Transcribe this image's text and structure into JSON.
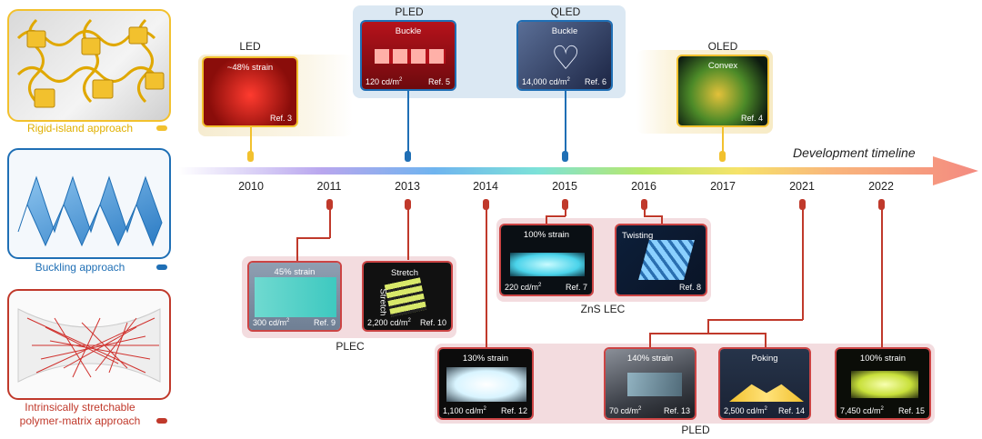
{
  "legend": {
    "rigid": {
      "label": "Rigid-island approach",
      "color": "#f2c12e"
    },
    "buckling": {
      "label": "Buckling approach",
      "color": "#1f6fb5"
    },
    "intrinsic": {
      "label_line1": "Intrinsically stretchable",
      "label_line2": "polymer-matrix approach",
      "color": "#c0392b"
    }
  },
  "timeline": {
    "title": "Development timeline",
    "years": [
      "2010",
      "2011",
      "2013",
      "2014",
      "2015",
      "2016",
      "2017",
      "2021",
      "2022"
    ]
  },
  "top_items": [
    {
      "label": "LED",
      "caption": "~48% strain",
      "ref": "Ref. 3",
      "year": "2010",
      "approach": "rigid"
    },
    {
      "label": "PLED",
      "caption": "Buckle",
      "luminance": "120 cd/m",
      "ref": "Ref. 5",
      "year": "2013",
      "approach": "buckling"
    },
    {
      "label": "QLED",
      "caption": "Buckle",
      "luminance": "14,000 cd/m",
      "ref": "Ref. 6",
      "year": "2015",
      "approach": "buckling"
    },
    {
      "label": "OLED",
      "caption": "Convex",
      "ref": "Ref. 4",
      "year": "2017",
      "approach": "rigid"
    }
  ],
  "plec_group": {
    "title": "PLEC",
    "items": [
      {
        "caption": "45% strain",
        "luminance": "300 cd/m",
        "ref": "Ref. 9"
      },
      {
        "caption": "Stretch",
        "caption2": "Stretch",
        "luminance": "2,200 cd/m",
        "ref": "Ref. 10"
      }
    ]
  },
  "zns_group": {
    "title": "ZnS LEC",
    "items": [
      {
        "caption": "100% strain",
        "luminance": "220 cd/m",
        "ref": "Ref. 7"
      },
      {
        "caption": "Twisting",
        "ref": "Ref. 8"
      }
    ]
  },
  "pled_group": {
    "title": "PLED",
    "items": [
      {
        "caption": "130% strain",
        "luminance": "1,100 cd/m",
        "ref": "Ref. 12"
      },
      {
        "caption": "140% strain",
        "luminance": "70 cd/m",
        "ref": "Ref. 13"
      },
      {
        "caption": "Poking",
        "luminance": "2,500 cd/m",
        "ref": "Ref. 14"
      },
      {
        "caption": "100% strain",
        "luminance": "7,450 cd/m",
        "ref": "Ref. 15"
      }
    ]
  },
  "sup": "2"
}
